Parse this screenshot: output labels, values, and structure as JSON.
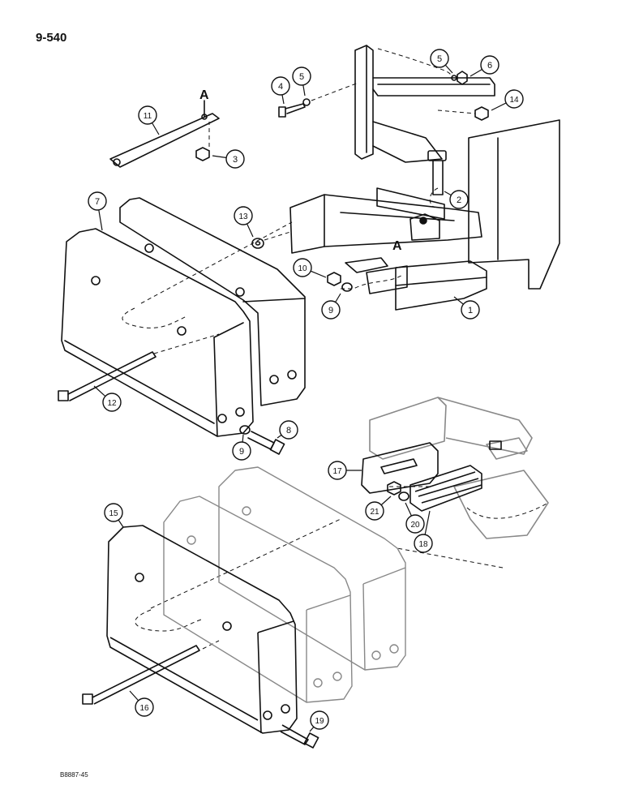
{
  "page_number": "9-540",
  "figure_code": "B8887-45",
  "section_marker": "A",
  "colors": {
    "ink": "#111111",
    "ghost": "#9a9a9a",
    "paper": "#ffffff"
  },
  "callouts": [
    {
      "n": "1"
    },
    {
      "n": "2"
    },
    {
      "n": "3"
    },
    {
      "n": "4"
    },
    {
      "n": "5"
    },
    {
      "n": "5"
    },
    {
      "n": "6"
    },
    {
      "n": "7"
    },
    {
      "n": "8"
    },
    {
      "n": "9"
    },
    {
      "n": "9"
    },
    {
      "n": "10"
    },
    {
      "n": "11"
    },
    {
      "n": "12"
    },
    {
      "n": "13"
    },
    {
      "n": "14"
    },
    {
      "n": "15"
    },
    {
      "n": "16"
    },
    {
      "n": "17"
    },
    {
      "n": "18"
    },
    {
      "n": "19"
    },
    {
      "n": "20"
    },
    {
      "n": "21"
    }
  ]
}
